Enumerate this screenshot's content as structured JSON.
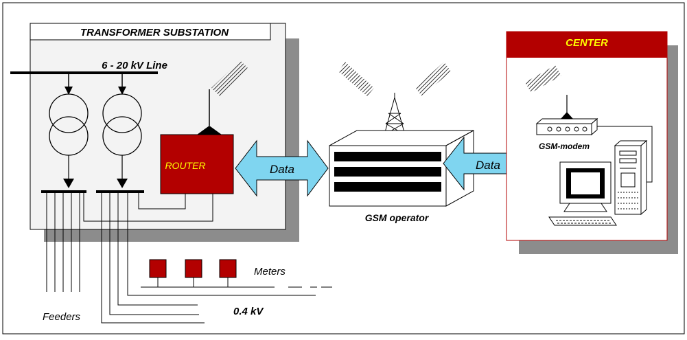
{
  "substation": {
    "title": "TRANSFORMER SUBSTATION",
    "line_label": "6 - 20 kV Line",
    "router_label": "ROUTER"
  },
  "gsm_operator": {
    "label": "GSM operator"
  },
  "links": {
    "left_label": "Data",
    "right_label": "Data"
  },
  "center": {
    "title": "CENTER",
    "modem_label": "GSM-modem"
  },
  "low_voltage": {
    "meters_label": "Meters",
    "voltage_label": "0.4 kV",
    "feeders_label": "Feeders"
  },
  "colors": {
    "router_fill": "#b30000",
    "center_header_fill": "#b30000",
    "center_title_text": "#ffff00",
    "router_text": "#ffff00",
    "arrow_fill": "#7fd5f0",
    "shadow": "#8c8c8c",
    "center_border": "#b30000"
  },
  "icons": [
    "antenna-icon",
    "transformer-icon",
    "gsm-tower-icon",
    "gsm-modem-icon",
    "computer-icon",
    "meter-icon"
  ]
}
